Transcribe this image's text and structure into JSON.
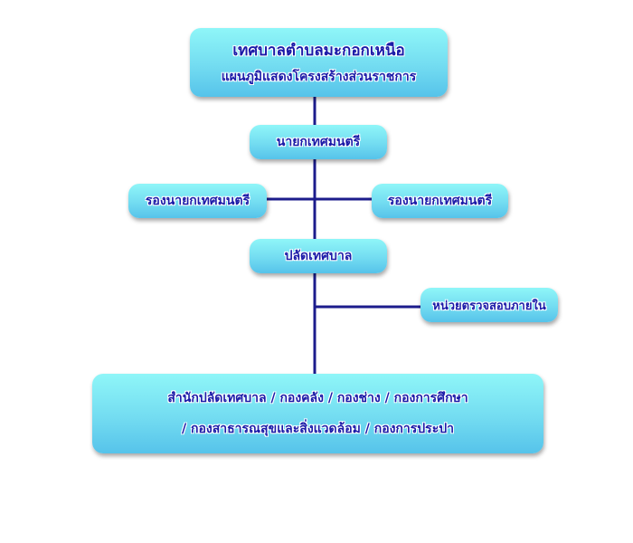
{
  "org_chart": {
    "title": "เทศบาลตำบลมะกอกเหนือ",
    "subtitle": "แผนภูมิแสดงโครงสร้างส่วนราชการ",
    "mayor": "นายกเทศมนตรี",
    "deputy_left": "รองนายกเทศมนตรี",
    "deputy_right": "รองนายกเทศมนตรี",
    "municipal_clerk": "ปลัดเทศบาล",
    "internal_audit": "หน่วยตรวจสอบภายใน",
    "divisions_line1": "สำนักปลัดเทศบาล / กองคลัง / กองช่าง / กองการศึกษา",
    "divisions_line2": "/  กองสาธารณสุขและสิ่งแวดล้อม / กองการประปา",
    "line_color": "#1c1c8c",
    "box_gradient": [
      "#8ff6f8",
      "#56c3ea"
    ],
    "text_color": "#1a1aa8"
  }
}
